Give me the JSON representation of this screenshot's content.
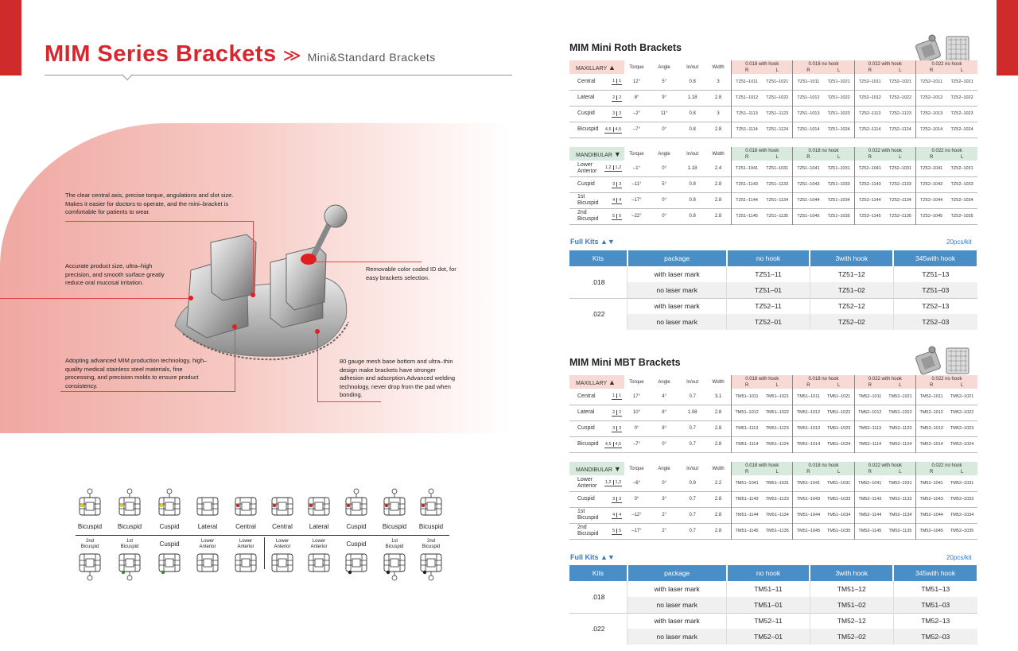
{
  "header": {
    "title": "MIM Series Brackets",
    "arrow": "≫",
    "subtitle": "Mini&Standard Brackets"
  },
  "features": [
    "The clear central axis, precise torque, angulations and slot size. Makes it easier for doctors to operate, and the mini–bracket is comfortable for patients to wear.",
    "Accurate product size, ultra–high precision, and smooth surface greatly reduce oral mucosal irritation.",
    "Removable color coded ID dot, for easy brackets selection.",
    "Adopting advanced MIM production technology, high–quality medical stainless steel materials, fine processing, and precision molds to ensure product consistency.",
    "80 gauge mesh base bottom and ultra–thin design make brackets have stronger adhesion and adsorption.Advanced welding technology, never drop from the pad when bonding."
  ],
  "tooth_chart": {
    "upper_labels": [
      "Bicuspid",
      "Bicuspid",
      "Cuspid",
      "Lateral",
      "Central",
      "Central",
      "Lateral",
      "Cuspid",
      "Bicuspid",
      "Bicuspid"
    ],
    "lower_labels": [
      "2nd\nBicuspid",
      "1st\nBicuspid",
      "Cuspid",
      "Lower\nAnterior",
      "Lower\nAnterior",
      "Lower\nAnterior",
      "Lower\nAnterior",
      "Cuspid",
      "1st\nBicuspid",
      "2nd\nBicuspid"
    ],
    "upper_dot_colors": [
      "#e0d000",
      "#e0d000",
      "#e0d000",
      "",
      "#c62828",
      "#c62828",
      "#c62828",
      "#c62828",
      "#c62828",
      "#c62828"
    ],
    "lower_dot_colors": [
      "",
      "#2e8b3e",
      "#2e8b3e",
      "",
      "",
      "",
      "",
      "#222222",
      "#222222",
      "#222222"
    ]
  },
  "columns": {
    "torque": "Torque",
    "angle": "Angle",
    "inout": "In/out",
    "width": "Width",
    "groups": [
      "0.018 with hook",
      "0.018 no hook",
      "0.022 with hook",
      "0.022 no hook"
    ],
    "r": "R",
    "l": "L"
  },
  "roth": {
    "title": "MIM Mini Roth Brackets",
    "max_label": "MAXILLARY",
    "man_label": "MANDIBULAR",
    "maxillary": [
      {
        "tooth": "Central",
        "q": [
          "1",
          "1"
        ],
        "torque": "12°",
        "angle": "5°",
        "inout": "0.8",
        "width": "3",
        "codes": [
          "TZ51–1011",
          "TZ51–1021",
          "TZ51–1011",
          "TZ51–1021",
          "TZ52–1011",
          "TZ52–1021",
          "TZ52–1011",
          "TZ52–1021"
        ]
      },
      {
        "tooth": "Lateral",
        "q": [
          "2",
          "2"
        ],
        "torque": "8°",
        "angle": "9°",
        "inout": "1.18",
        "width": "2.8",
        "codes": [
          "TZ51–1012",
          "TZ51–1022",
          "TZ51–1012",
          "TZ51–1022",
          "TZ52–1012",
          "TZ52–1022",
          "TZ52–1012",
          "TZ52–1022"
        ]
      },
      {
        "tooth": "Cuspid",
        "q": [
          "3",
          "3"
        ],
        "torque": "–2°",
        "angle": "11°",
        "inout": "0.8",
        "width": "3",
        "codes": [
          "TZ51–1113",
          "TZ51–1123",
          "TZ51–1013",
          "TZ51–1023",
          "TZ52–1113",
          "TZ52–1123",
          "TZ52–1013",
          "TZ52–1023"
        ]
      },
      {
        "tooth": "Bicuspid",
        "q": [
          "4,5",
          "4,5"
        ],
        "torque": "–7°",
        "angle": "0°",
        "inout": "0.8",
        "width": "2.8",
        "codes": [
          "TZ51–1114",
          "TZ51–1124",
          "TZ51–1014",
          "TZ51–1024",
          "TZ52–1114",
          "TZ52–1124",
          "TZ52–1014",
          "TZ52–1024"
        ]
      }
    ],
    "mandibular": [
      {
        "tooth": "Lower\nAnterior",
        "q": [
          "1,2",
          "1,2"
        ],
        "torque": "–1°",
        "angle": "0°",
        "inout": "1.18",
        "width": "2.4",
        "codes": [
          "TZ51–1041",
          "TZ51–1031",
          "TZ51–1041",
          "TZ51–1031",
          "TZ52–1041",
          "TZ52–1031",
          "TZ52–1041",
          "TZ52–1031"
        ]
      },
      {
        "tooth": "Cuspid",
        "q": [
          "3",
          "3"
        ],
        "torque": "–11°",
        "angle": "5°",
        "inout": "0.8",
        "width": "2.8",
        "codes": [
          "TZ51–1143",
          "TZ51–1133",
          "TZ51–1043",
          "TZ51–1033",
          "TZ52–1143",
          "TZ52–1133",
          "TZ52–1043",
          "TZ52–1033"
        ]
      },
      {
        "tooth": "1st\nBicuspid",
        "q": [
          "4",
          "4"
        ],
        "torque": "–17°",
        "angle": "0°",
        "inout": "0.8",
        "width": "2.8",
        "codes": [
          "TZ51–1144",
          "TZ51–1134",
          "TZ51–1044",
          "TZ51–1034",
          "TZ52–1144",
          "TZ52–1134",
          "TZ52–1044",
          "TZ52–1034"
        ]
      },
      {
        "tooth": "2nd\nBicuspid",
        "q": [
          "5",
          "5"
        ],
        "torque": "–22°",
        "angle": "0°",
        "inout": "0.8",
        "width": "2.8",
        "codes": [
          "TZ51–1145",
          "TZ51–1135",
          "TZ51–1045",
          "TZ51–1035",
          "TZ52–1145",
          "TZ52–1135",
          "TZ52–1045",
          "TZ52–1035"
        ]
      }
    ],
    "kits_title": "Full Kits",
    "kits_arrows": "▲▼",
    "kits_pcs": "20pcs/kit",
    "kits_headers": [
      "Kits",
      "package",
      "no hook",
      "3with hook",
      "345with hook"
    ],
    "kits_rows": [
      {
        "kit": ".018",
        "rows": [
          [
            "with laser mark",
            "TZ51–11",
            "TZ51–12",
            "TZ51–13"
          ],
          [
            "no laser mark",
            "TZ51–01",
            "TZ51–02",
            "TZ51–03"
          ]
        ]
      },
      {
        "kit": ".022",
        "rows": [
          [
            "with laser mark",
            "TZ52–11",
            "TZ52–12",
            "TZ52–13"
          ],
          [
            "no laser mark",
            "TZ52–01",
            "TZ52–02",
            "TZ52–03"
          ]
        ]
      }
    ]
  },
  "mbt": {
    "title": "MIM Mini MBT Brackets",
    "max_label": "MAXILLARY",
    "man_label": "MANDIBULAR",
    "maxillary": [
      {
        "tooth": "Central",
        "q": [
          "1",
          "1"
        ],
        "torque": "17°",
        "angle": "4°",
        "inout": "0.7",
        "width": "3.1",
        "codes": [
          "TM51–1011",
          "TM51–1021",
          "TM51–1011",
          "TM51–1021",
          "TM52–1011",
          "TM52–1021",
          "TM52–1011",
          "TM52–1021"
        ]
      },
      {
        "tooth": "Lateral",
        "q": [
          "2",
          "2"
        ],
        "torque": "10°",
        "angle": "8°",
        "inout": "1.08",
        "width": "2.8",
        "codes": [
          "TM51–1012",
          "TM51–1022",
          "TM51–1012",
          "TM51–1022",
          "TM52–1012",
          "TM52–1022",
          "TM52–1012",
          "TM52–1022"
        ]
      },
      {
        "tooth": "Cuspid",
        "q": [
          "3",
          "3"
        ],
        "torque": "0°",
        "angle": "8°",
        "inout": "0.7",
        "width": "2.8",
        "codes": [
          "TM51–1113",
          "TM51–1123",
          "TM51–1013",
          "TM51–1023",
          "TM52–1113",
          "TM52–1123",
          "TM52–1013",
          "TM52–1023"
        ]
      },
      {
        "tooth": "Bicuspid",
        "q": [
          "4,5",
          "4,5"
        ],
        "torque": "–7°",
        "angle": "0°",
        "inout": "0.7",
        "width": "2.8",
        "codes": [
          "TM51–1114",
          "TM51–1124",
          "TM51–1014",
          "TM51–1024",
          "TM52–1114",
          "TM52–1124",
          "TM52–1014",
          "TM52–1024"
        ]
      }
    ],
    "mandibular": [
      {
        "tooth": "Lower\nAnterior",
        "q": [
          "1,2",
          "1,2"
        ],
        "torque": "–6°",
        "angle": "0°",
        "inout": "0.9",
        "width": "2.2",
        "codes": [
          "TM51–1041",
          "TM51–1031",
          "TM51–1041",
          "TM51–1031",
          "TM52–1041",
          "TM52–1031",
          "TM52–1041",
          "TM52–1031"
        ]
      },
      {
        "tooth": "Cuspid",
        "q": [
          "3",
          "3"
        ],
        "torque": "0°",
        "angle": "3°",
        "inout": "0.7",
        "width": "2.8",
        "codes": [
          "TM51–1143",
          "TM51–1133",
          "TM51–1043",
          "TM51–1033",
          "TM52–1143",
          "TM52–1133",
          "TM52–1043",
          "TM52–1033"
        ]
      },
      {
        "tooth": "1st\nBicuspid",
        "q": [
          "4",
          "4"
        ],
        "torque": "–12°",
        "angle": "2°",
        "inout": "0.7",
        "width": "2.8",
        "codes": [
          "TM51–1144",
          "TM51–1134",
          "TM51–1044",
          "TM51–1034",
          "TM52–1144",
          "TM52–1134",
          "TM52–1044",
          "TM52–1034"
        ]
      },
      {
        "tooth": "2nd\nBicuspid",
        "q": [
          "5",
          "5"
        ],
        "torque": "–17°",
        "angle": "2°",
        "inout": "0.7",
        "width": "2.8",
        "codes": [
          "TM51–1145",
          "TM51–1135",
          "TM51–1045",
          "TM51–1035",
          "TM52–1145",
          "TM52–1135",
          "TM52–1045",
          "TM52–1035"
        ]
      }
    ],
    "kits_title": "Full Kits",
    "kits_arrows": "▲▼",
    "kits_pcs": "20pcs/kit",
    "kits_headers": [
      "Kits",
      "package",
      "no hook",
      "3with hook",
      "345with hook"
    ],
    "kits_rows": [
      {
        "kit": ".018",
        "rows": [
          [
            "with laser mark",
            "TM51–11",
            "TM51–12",
            "TM51–13"
          ],
          [
            "no laser mark",
            "TM51–01",
            "TM51–02",
            "TM51–03"
          ]
        ]
      },
      {
        "kit": ".022",
        "rows": [
          [
            "with laser mark",
            "TM52–11",
            "TM52–12",
            "TM52–13"
          ],
          [
            "no laser mark",
            "TM52–01",
            "TM52–02",
            "TM52–03"
          ]
        ]
      }
    ]
  }
}
